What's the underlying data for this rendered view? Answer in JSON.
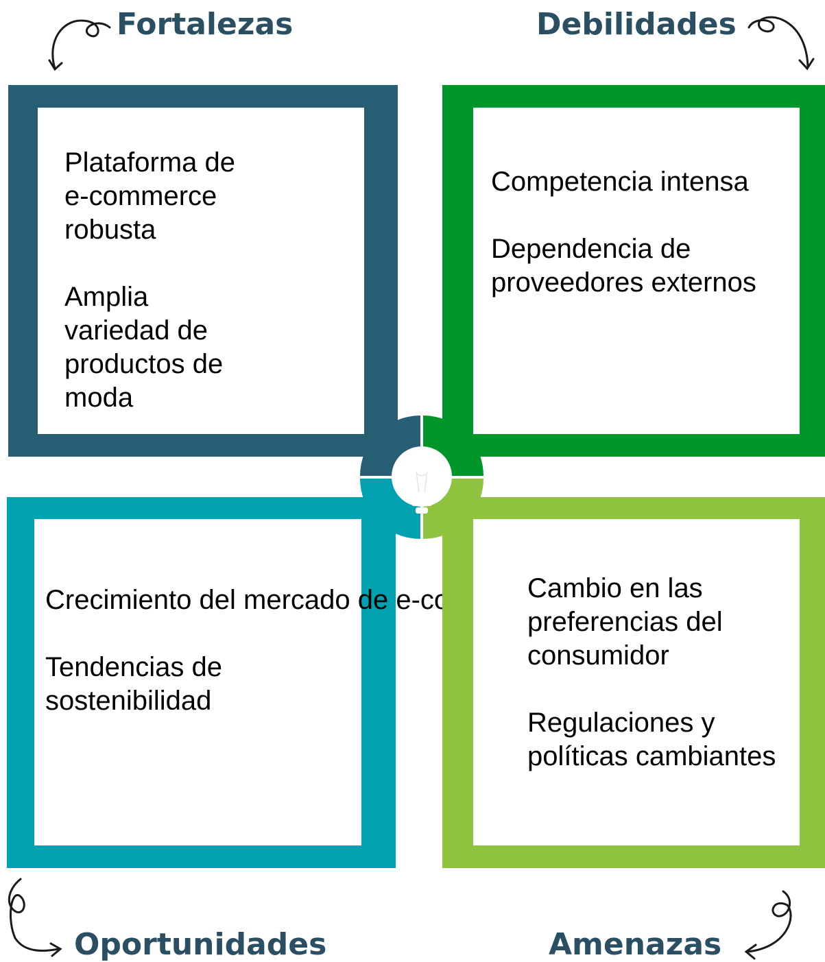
{
  "colors": {
    "fortalezas": "#275e74",
    "debilidades": "#00962a",
    "oportunidades": "#00a1b1",
    "amenazas": "#8fc23f",
    "title": "#2a4f63"
  },
  "quadrants": {
    "fortalezas": {
      "title": "Fortalezas",
      "items": [
        "Plataforma de e-commerce robusta",
        "Amplia variedad de productos de moda"
      ]
    },
    "debilidades": {
      "title": "Debilidades",
      "items": [
        "Competencia intensa",
        "Dependencia de proveedores externos"
      ]
    },
    "oportunidades": {
      "title": "Oportunidades",
      "items": [
        "Crecimiento del mercado de e-commerce",
        "Tendencias de sostenibilidad"
      ]
    },
    "amenazas": {
      "title": "Amenazas",
      "items": [
        "Cambio en las preferencias del consumidor",
        "Regulaciones y políticas cambiantes"
      ]
    }
  },
  "center_icon": "lightbulb-icon"
}
